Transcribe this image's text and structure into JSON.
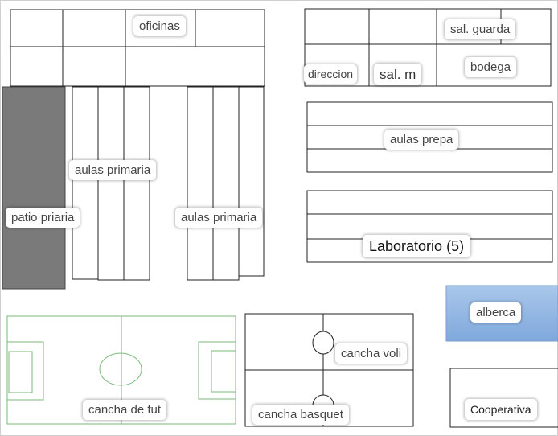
{
  "labels": {
    "oficinas": "oficinas",
    "sal_guarda": "sal. guarda",
    "direccion": "direccion",
    "sal_m": "sal. m",
    "bodega": "bodega",
    "aulas_prepa": "aulas prepa",
    "aulas_primaria_1": "aulas primaria",
    "aulas_primaria_2": "aulas primaria",
    "patio": "patio priaria",
    "laboratorio": "Laboratorio (5)",
    "alberca": "alberca",
    "cancha_voli": "cancha voli",
    "cancha_basquet": "cancha basquet",
    "cancha_fut": "cancha de fut",
    "cooperativa": "Cooperativa"
  },
  "colors": {
    "line": "#222222",
    "patio_fill": "#7a7a7a",
    "field_line": "#7ab87a",
    "pool_top": "#a9c7ea",
    "pool_bottom": "#7fa8dc"
  }
}
